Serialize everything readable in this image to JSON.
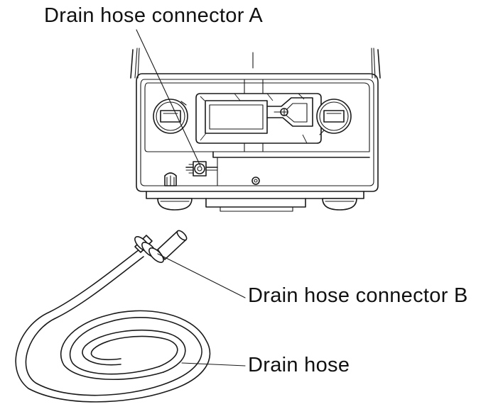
{
  "labels": {
    "connector_a": "Drain hose connector A",
    "connector_b": "Drain hose connector B",
    "drain_hose": "Drain hose"
  },
  "colors": {
    "ink": "#1a1a1a",
    "background": "#ffffff"
  }
}
